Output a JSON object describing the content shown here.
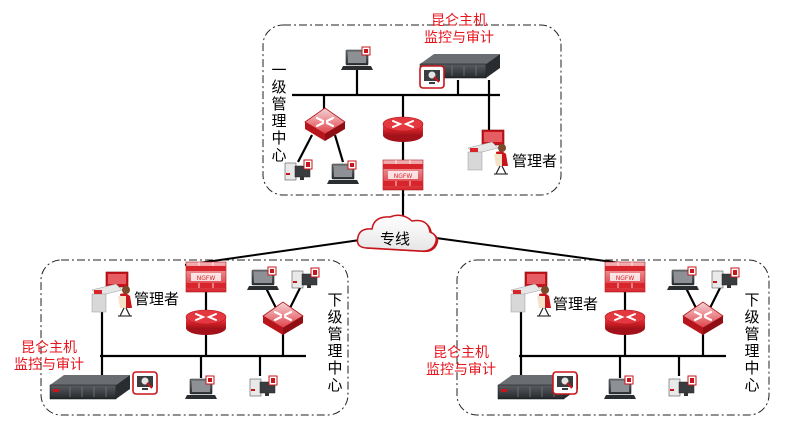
{
  "colors": {
    "accent_red": "#e8141c",
    "device_red": "#d92128",
    "line": "#000000",
    "border_dash": "#222222"
  },
  "wan": {
    "label": "专线",
    "icon": "cloud-icon"
  },
  "top_center": {
    "vertical_label": "一级管理中心",
    "monitor_label_line1": "昆仑主机",
    "monitor_label_line2": "监控与审计",
    "admin_label": "管理者",
    "devices": [
      "laptop-icon",
      "server-monitor-icon",
      "switch-icon",
      "router-icon",
      "ngfw-firewall-icon",
      "desktop-icon",
      "laptop-icon",
      "admin-workstation-icon"
    ],
    "ngfw_text": "NGFW"
  },
  "left_center": {
    "vertical_label": "下级管理中心",
    "monitor_label_line1": "昆仑主机",
    "monitor_label_line2": "监控与审计",
    "admin_label": "管理者",
    "ngfw_text": "NGFW"
  },
  "right_center": {
    "vertical_label": "下级管理中心",
    "monitor_label_line1": "昆仑主机",
    "monitor_label_line2": "监控与审计",
    "admin_label": "管理者",
    "ngfw_text": "NGFW"
  }
}
